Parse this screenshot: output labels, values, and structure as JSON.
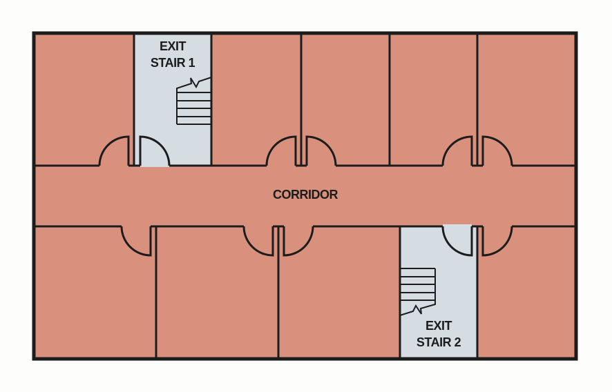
{
  "plan": {
    "corridor_label": "CORRIDOR",
    "stair1": {
      "line1": "EXIT",
      "line2": "STAIR 1"
    },
    "stair2": {
      "line1": "EXIT",
      "line2": "STAIR 2"
    }
  },
  "colors": {
    "room": "#d9907d",
    "stair": "#d5dce2",
    "wall": "#1c1c1c"
  }
}
